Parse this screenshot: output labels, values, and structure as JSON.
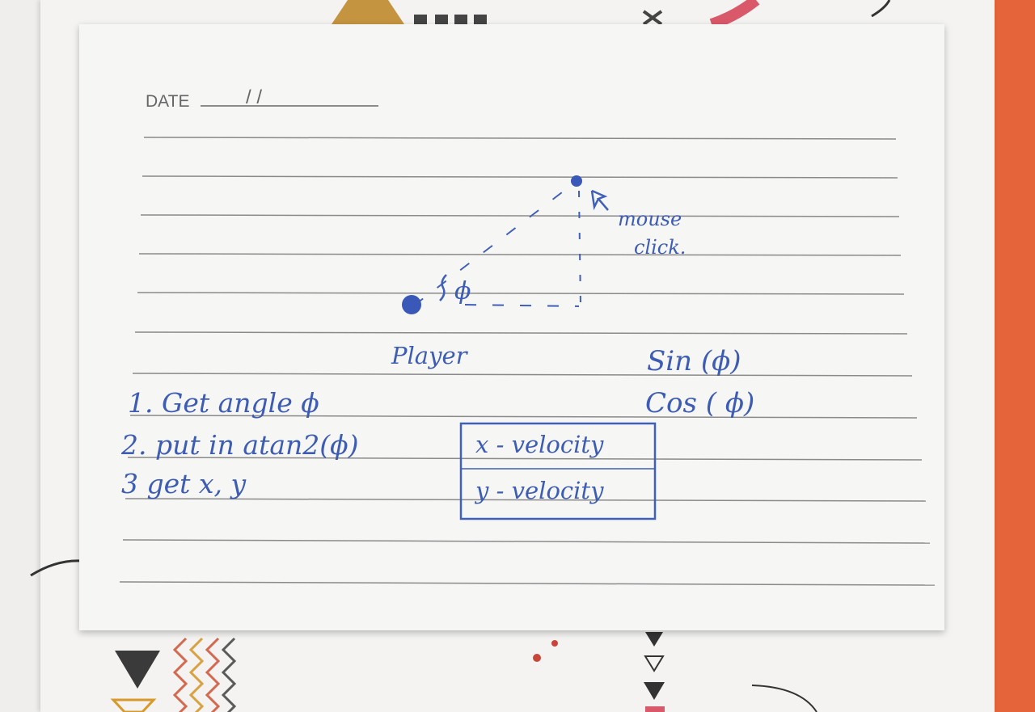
{
  "card": {
    "date_label": "DATE",
    "date_slashes": "/   /"
  },
  "sketch": {
    "mouse_label_line1": "mouse",
    "mouse_label_line2": "click.",
    "player_label": "Player",
    "angle_symbol": "ϕ",
    "sin_text": "Sin (ϕ)",
    "cos_text": "Cos ( ϕ)"
  },
  "steps": [
    {
      "text": "1. Get angle ϕ"
    },
    {
      "text": "2. put in atan2(ϕ)"
    },
    {
      "text": "3 get x, y"
    }
  ],
  "velocity_box": {
    "x_label": "x - velocity",
    "y_label": "y - velocity"
  },
  "colors": {
    "ink_blue": "#3f5fb8",
    "card": "#f6f6f5",
    "rule_lines": "#8a8a8a",
    "orange_surface": "#e5643a"
  }
}
